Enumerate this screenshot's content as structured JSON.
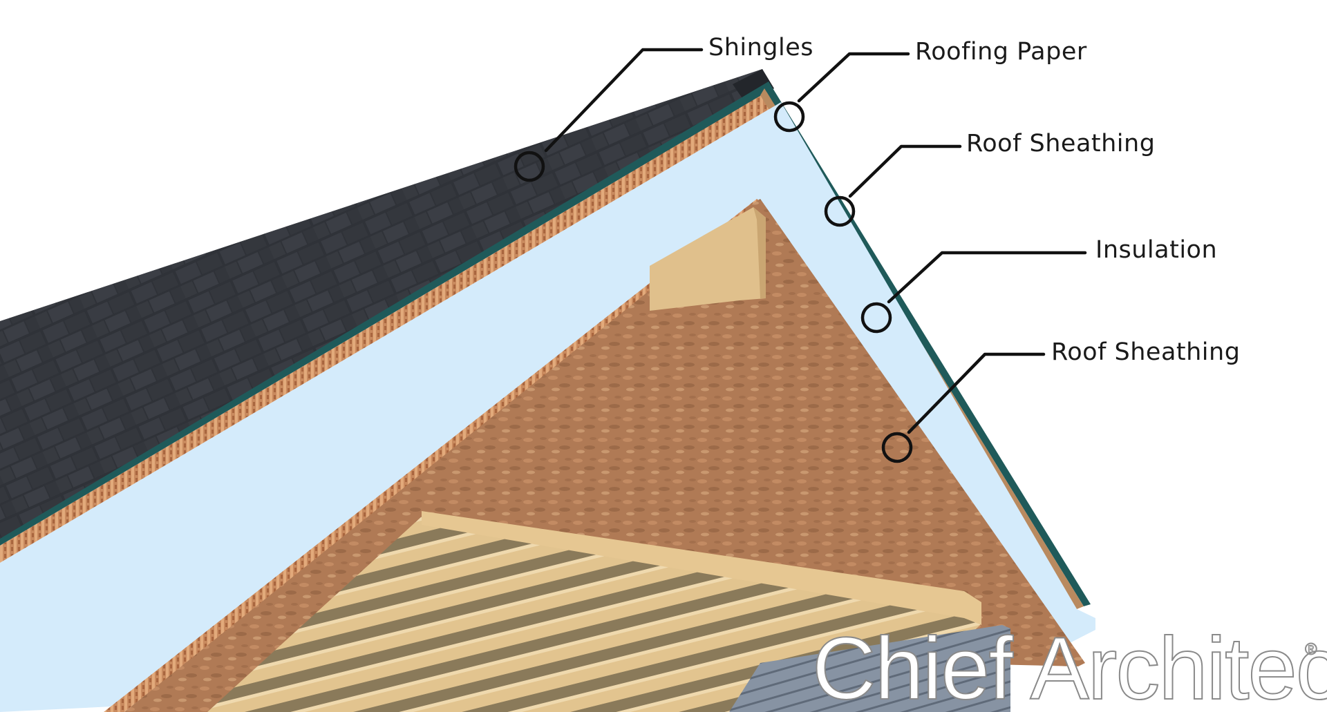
{
  "diagram": {
    "labels": {
      "shingles": "Shingles",
      "roofing_paper": "Roofing Paper",
      "roof_sheathing_outer": "Roof Sheathing",
      "insulation": "Insulation",
      "roof_sheathing_inner": "Roof Sheathing"
    },
    "watermark": {
      "brand": "Chief Architect",
      "registered_mark": "®"
    }
  },
  "colors": {
    "shingle": "#2f3238",
    "insulation": "#d4ebfb",
    "osb": "#b07a55",
    "lumber": "#dfbf8a",
    "siding": "#7f8b9c",
    "leader": "#111111"
  }
}
